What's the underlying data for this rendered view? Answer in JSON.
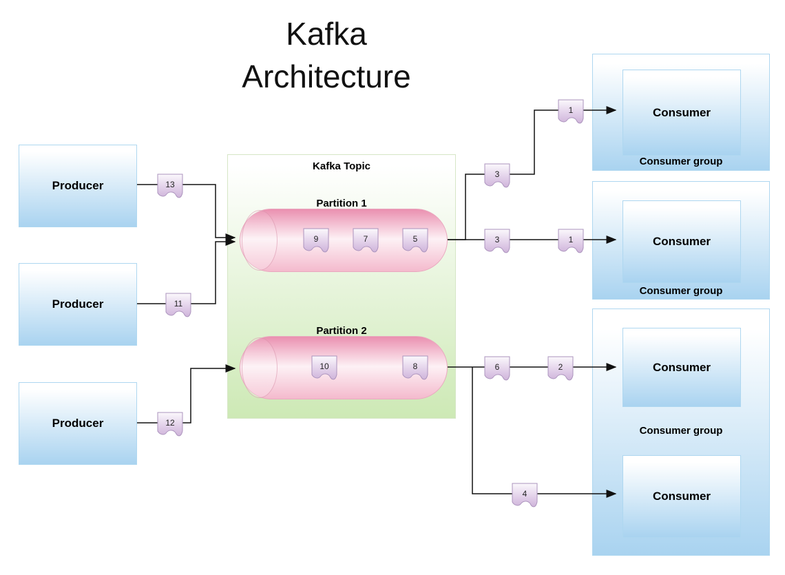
{
  "title": {
    "line1": "Kafka",
    "line2": "Architecture"
  },
  "producers": [
    "Producer",
    "Producer",
    "Producer"
  ],
  "topic": {
    "label": "Kafka Topic",
    "partitions": [
      {
        "label": "Partition 1",
        "messages": [
          "9",
          "7",
          "5"
        ]
      },
      {
        "label": "Partition 2",
        "messages": [
          "10",
          "8"
        ]
      }
    ]
  },
  "groups": [
    {
      "label": "Consumer group",
      "consumers": [
        "Consumer"
      ]
    },
    {
      "label": "Consumer group",
      "consumers": [
        "Consumer"
      ]
    },
    {
      "label": "Consumer group",
      "consumers": [
        "Consumer",
        "Consumer"
      ]
    }
  ],
  "tags": {
    "producer_top": "13",
    "producer_mid": "11",
    "producer_bottom": "12",
    "p1_upper_first": "3",
    "p1_upper_second": "1",
    "p1_mid_first": "3",
    "p1_mid_second": "1",
    "p2_mid_first": "6",
    "p2_mid_second": "2",
    "p2_lower": "4"
  },
  "colors": {
    "producer_consumer_fill": "#a9d3f0",
    "topic_fill": "#cde9b5",
    "partition_fill": "#ea90b0",
    "badge_fill": "#cfb4da",
    "connector": "#111111"
  }
}
